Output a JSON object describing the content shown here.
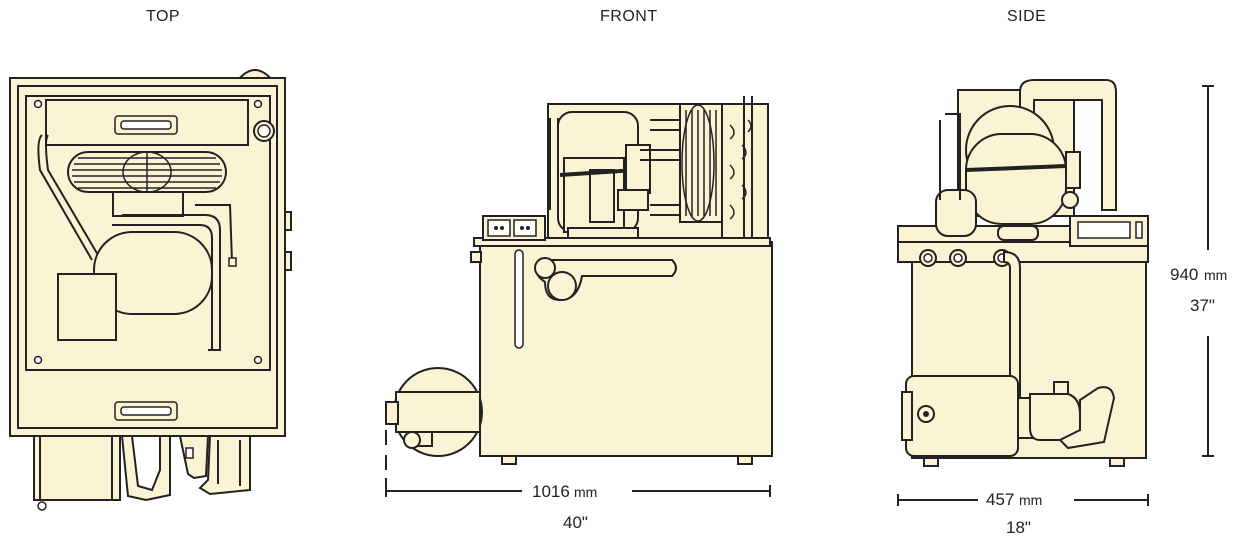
{
  "views": {
    "top": "TOP",
    "front": "FRONT",
    "side": "SIDE"
  },
  "dimensions": {
    "front_width_num": "1016",
    "front_width_unit": "mm",
    "front_width_in": "40\"",
    "side_width_num": "457",
    "side_width_unit": "mm",
    "side_width_in": "18\"",
    "height_num": "940",
    "height_unit": "mm",
    "height_in": "37\""
  },
  "colors": {
    "body": "#faf3d4",
    "line": "#222222"
  }
}
